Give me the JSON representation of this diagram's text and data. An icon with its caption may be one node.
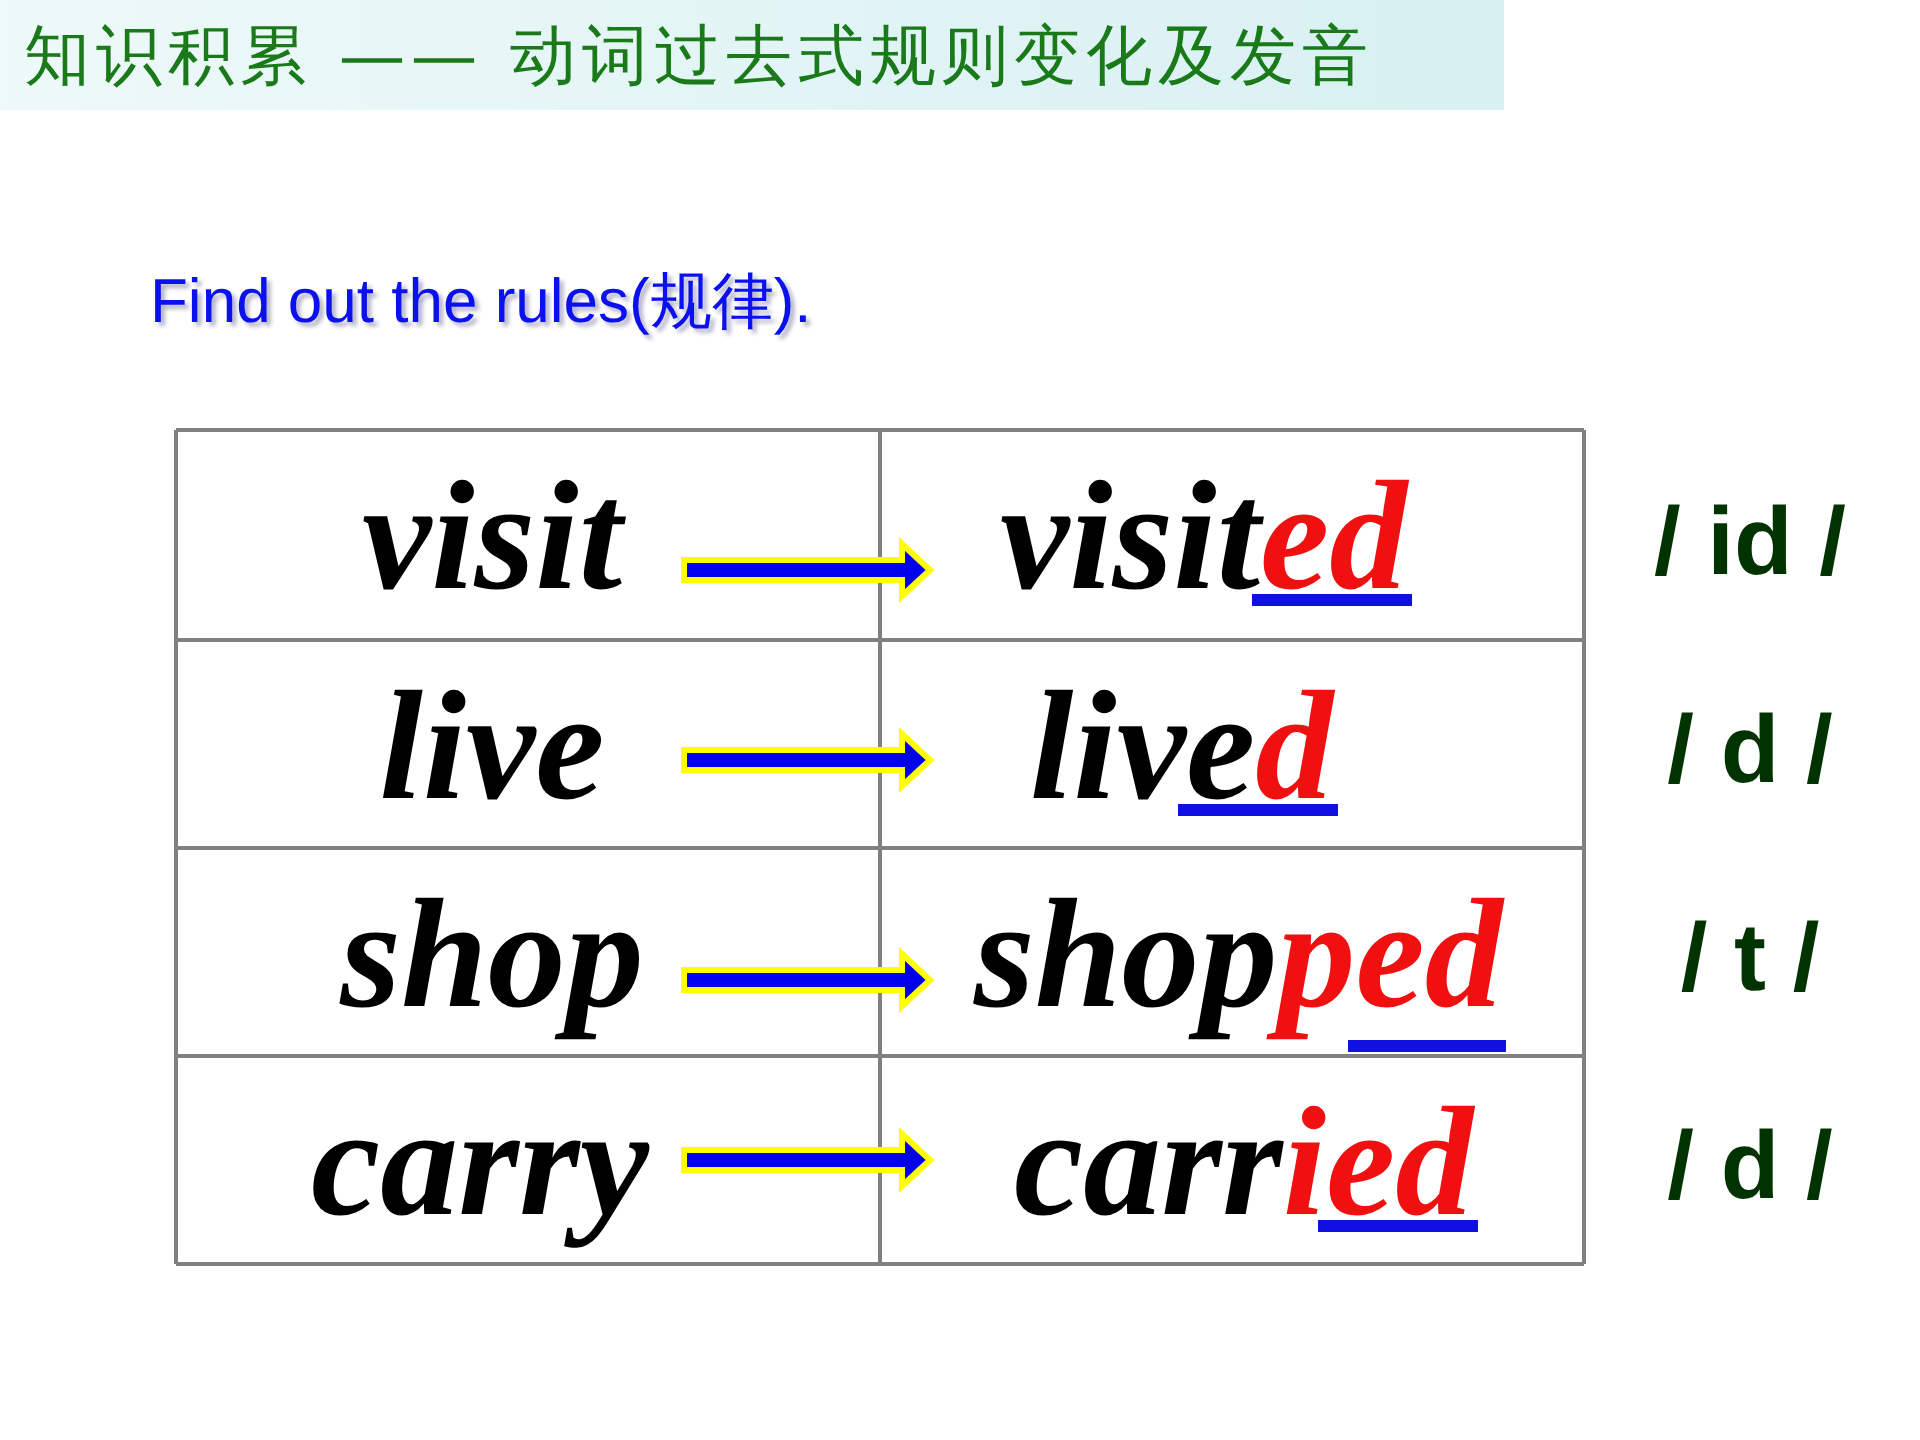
{
  "diagram": {
    "title": "知识积累 —— 动词过去式规则变化及发音",
    "nodes": [
      {
        "text": [
          "visit"
        ]
      },
      {
        "text": [
          "visit**ed**"
        ]
      },
      {
        "text": [
          "live"
        ]
      },
      {
        "text": [
          "live**d**"
        ]
      },
      {
        "text": [
          "shop"
        ]
      },
      {
        "text": [
          "shop**ped**"
        ]
      },
      {
        "text": [
          "carry"
        ]
      },
      {
        "text": [
          "carr**ied**"
        ]
      }
    ],
    "edges": [
      {
        "from": 0,
        "to": 1,
        "arrow": "to"
      },
      {
        "from": 2,
        "to": 3,
        "arrow": "to"
      },
      {
        "from": 4,
        "to": 5,
        "arrow": "to"
      },
      {
        "from": 6,
        "to": 7,
        "arrow": "to"
      }
    ],
    "labels": [
      "Find out the rules(规律).",
      "/ id /",
      "/ d /",
      "/ t /",
      "/ d /"
    ]
  }
}
